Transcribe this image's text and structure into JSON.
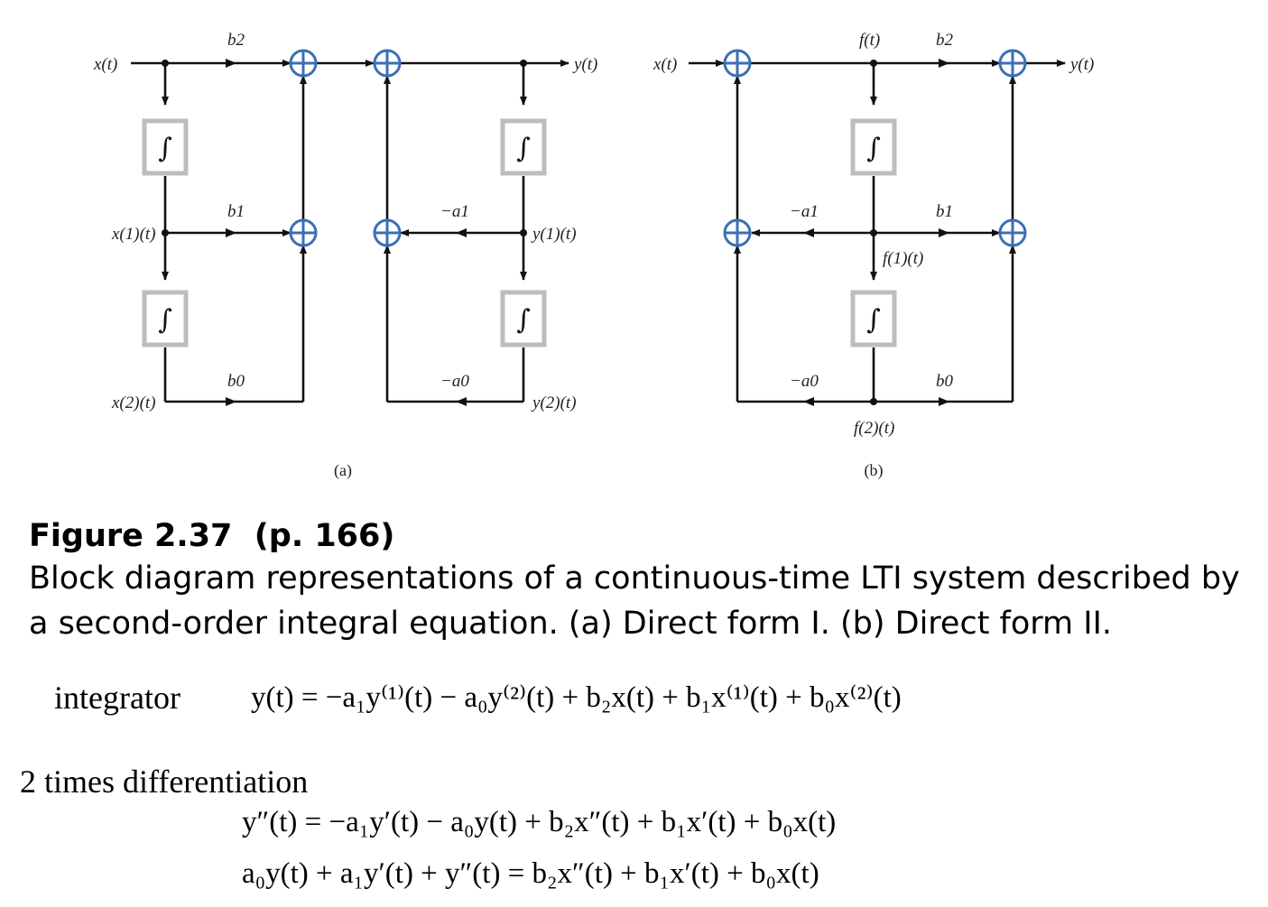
{
  "diagram_a": {
    "x_t": "x(t)",
    "y_t": "y(t)",
    "x1_t": "x(1)(t)",
    "x2_t": "x(2)(t)",
    "y1_t": "y(1)(t)",
    "y2_t": "y(2)(t)",
    "b2": "b2",
    "b1": "b1",
    "b0": "b0",
    "neg_a1": "−a1",
    "neg_a0": "−a0",
    "integrator_symbol": "∫",
    "panel_label": "(a)"
  },
  "diagram_b": {
    "x_t": "x(t)",
    "y_t": "y(t)",
    "f_t": "f(t)",
    "f1_t": "f(1)(t)",
    "f2_t": "f(2)(t)",
    "b2": "b2",
    "b1": "b1",
    "b0": "b0",
    "neg_a1": "−a1",
    "neg_a0": "−a0",
    "integrator_symbol": "∫",
    "panel_label": "(b)"
  },
  "caption": {
    "title": "Figure 2.37  (p. 166)",
    "text": "Block diagram representations of a continuous-time LTI system described by a second-order integral equation. (a) Direct form I. (b) Direct form II."
  },
  "equations": {
    "integrator_label": "integrator",
    "integral_eq": "y(t) = −a₁y⁽¹⁾(t) − a₀y⁽²⁾(t) + b₂x(t) + b₁x⁽¹⁾(t) + b₀x⁽²⁾(t)",
    "diff_label": "2 times differentiation",
    "diff_eq": "y″(t) = −a₁y′(t) − a₀y(t) + b₂x″(t) + b₁x′(t) + b₀x(t)",
    "final_eq": "a₀y(t) + a₁y′(t) + y″(t) = b₂x″(t) + b₁x′(t) + b₀x(t)"
  }
}
